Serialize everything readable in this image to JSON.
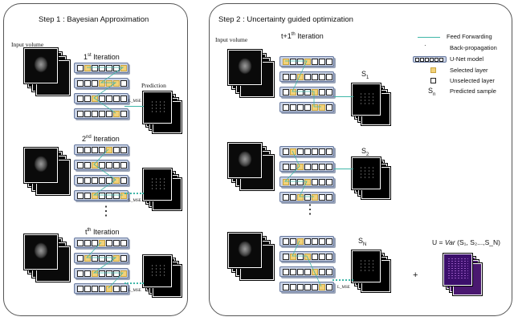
{
  "step1": {
    "title": "Step 1 : Bayesian Approximation",
    "input_label": "Input volume",
    "prediction_label": "Prediction",
    "iter1": {
      "pre": "1",
      "sup": "st",
      "post": " Iteration"
    },
    "iter2": {
      "pre": "2",
      "sup": "nd",
      "post": " Iteration"
    },
    "itert": {
      "pre": "t",
      "sup": "th",
      "post": " Iteration"
    },
    "loss": "L_MSE",
    "ellipsis": "⋮"
  },
  "step2": {
    "title": "Step 2 : Uncertainty guided optimization",
    "input_label": "Input volume",
    "iteration": {
      "pre": "t+1",
      "sup": "th",
      "post": " Iteration"
    },
    "s1": {
      "base": "S",
      "sub": "1"
    },
    "s2": {
      "base": "S",
      "sub": "2"
    },
    "sn": {
      "base": "S",
      "sub": "N"
    },
    "loss": "L_MSE",
    "plus": "+",
    "uncertainty": {
      "pre": "U = ",
      "func": "Var",
      "args": " (S₁, S₂...,S_N)"
    },
    "ellipsis": "⋮"
  },
  "legend": {
    "feed_forward": "Feed Forwarding",
    "back_prop": "Back-propagation",
    "unet": "U-Net model",
    "selected": "Selected layer",
    "unselected": "Unselected layer",
    "sn_symbol": {
      "base": "S",
      "sub": "n"
    },
    "predicted": "Predicted sample"
  },
  "colors": {
    "feed_forward": "#3fb6a8",
    "selected_layer": "#f2d27a",
    "unet_fill": "#cad3e6",
    "uncertainty_map": "#3b0f6b"
  }
}
